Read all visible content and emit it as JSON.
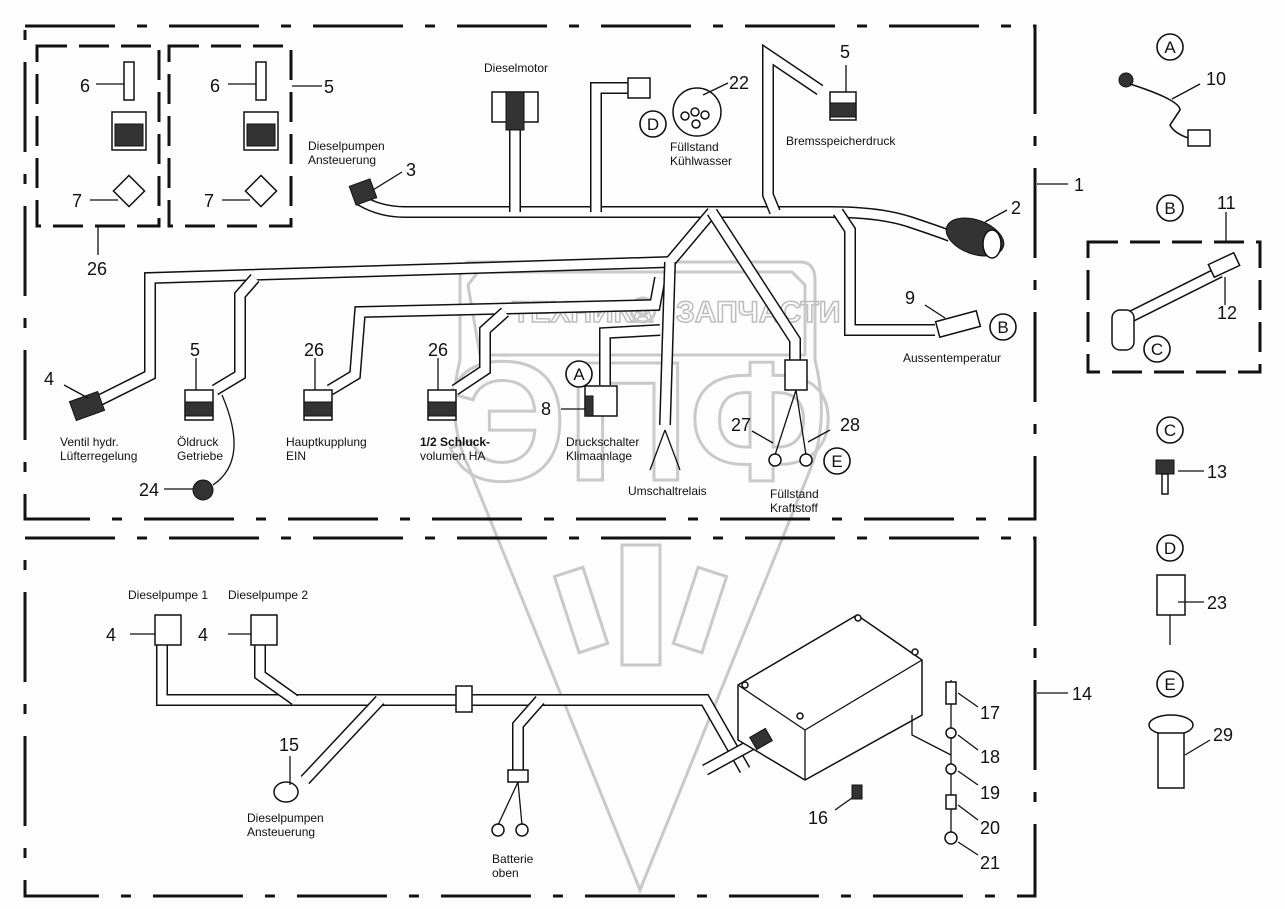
{
  "diagram": {
    "watermark": {
      "brand_left": "ТЕХНИКА",
      "brand_right": "ЗАПЧАСТИ",
      "logo_letters": "ЭПФ"
    },
    "assemblies": [
      {
        "ref": "1",
        "name": "upper-harness"
      },
      {
        "ref": "14",
        "name": "lower-harness"
      }
    ],
    "callouts": {
      "n1": "1",
      "n2": "2",
      "n3": "3",
      "n4a": "4",
      "n4b": "4",
      "n4c": "4",
      "n5a": "5",
      "n5b": "5",
      "n5c": "5",
      "n6a": "6",
      "n6b": "6",
      "n7a": "7",
      "n7b": "7",
      "n8": "8",
      "n9": "9",
      "n10": "10",
      "n11": "11",
      "n12": "12",
      "n13": "13",
      "n14": "14",
      "n15": "15",
      "n16": "16",
      "n17": "17",
      "n18": "18",
      "n19": "19",
      "n20": "20",
      "n21": "21",
      "n22": "22",
      "n23": "23",
      "n24": "24",
      "n26a": "26",
      "n26b": "26",
      "n26c": "26",
      "n27": "27",
      "n28": "28",
      "n29": "29"
    },
    "detail_markers": {
      "A": "A",
      "B": "B",
      "C": "C",
      "D": "D",
      "E": "E"
    },
    "labels": {
      "dieselmotor": "Dieselmotor",
      "dp_ansteuerung_1": "Dieselpumpen",
      "dp_ansteuerung_2": "Ansteuerung",
      "fuellstand_kw_1": "Füllstand",
      "fuellstand_kw_2": "Kühlwasser",
      "bremsspeicherdruck": "Bremsspeicherdruck",
      "aussentemperatur": "Aussentemperatur",
      "ventil_1": "Ventil hydr.",
      "ventil_2": "Lüfterregelung",
      "oeldruck_1": "Öldruck",
      "oeldruck_2": "Getriebe",
      "hauptkupplung_1": "Hauptkupplung",
      "hauptkupplung_2": "EIN",
      "schluck_1": "1/2 Schluck-",
      "schluck_2": "volumen HA",
      "druckschalter_1": "Druckschalter",
      "druckschalter_2": "Klimaanlage",
      "umschaltrelais": "Umschaltrelais",
      "fuellstand_kr_1": "Füllstand",
      "fuellstand_kr_2": "Kraftstoff",
      "dieselpumpe1": "Dieselpumpe 1",
      "dieselpumpe2": "Dieselpumpe 2",
      "dp_ansteuerung_low_1": "Dieselpumpen",
      "dp_ansteuerung_low_2": "Ansteuerung",
      "batterie_1": "Batterie",
      "batterie_2": "oben"
    }
  }
}
